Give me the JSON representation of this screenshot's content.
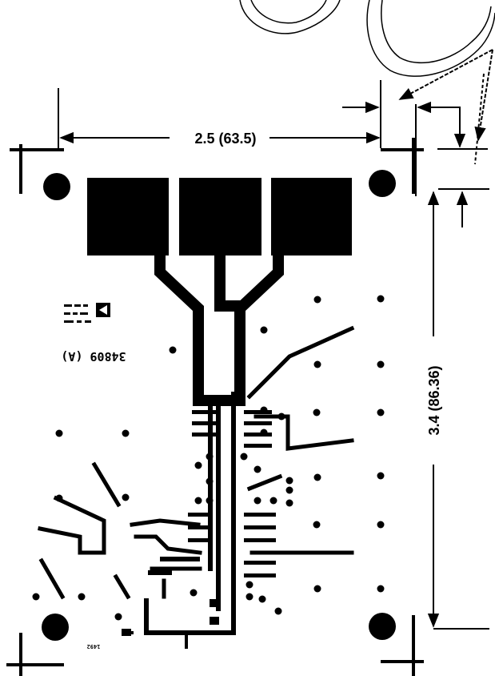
{
  "dimensions": {
    "width_label": "2.5 (63.5)",
    "height_label": "3.4 (86.36)"
  },
  "silkscreen": {
    "board_id": "34809 (A)",
    "corner_mark": "1492"
  },
  "colors": {
    "ink": "#000000",
    "paper": "#ffffff"
  }
}
